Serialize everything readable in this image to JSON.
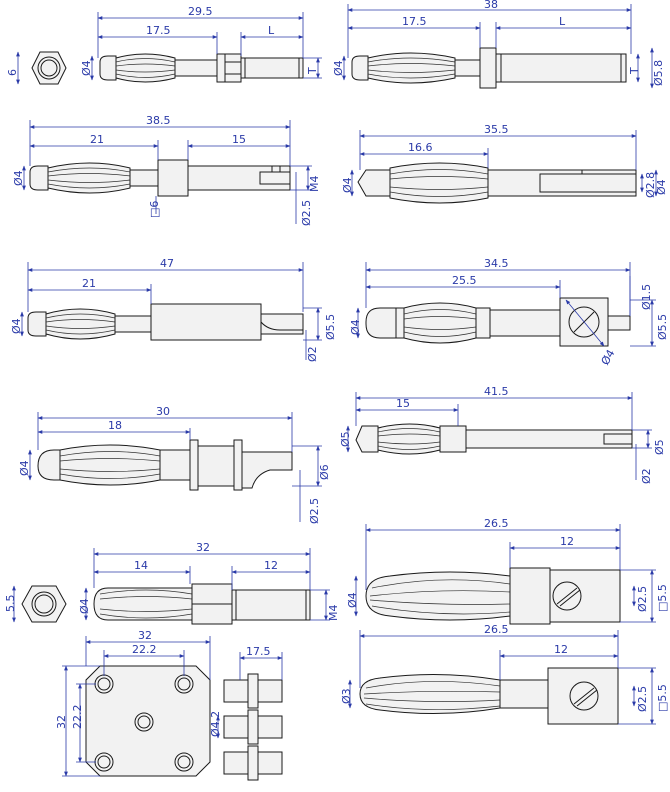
{
  "colors": {
    "dimension": "#2a3aa8",
    "outline": "#1a1a1a",
    "fill": "#f2f2f2"
  },
  "parts": {
    "p1": {
      "total": "29.5",
      "a": "17.5",
      "b": "L",
      "dia": "Ø4",
      "t": "T",
      "nut": "6"
    },
    "p2": {
      "total": "38",
      "a": "17.5",
      "b": "L",
      "dia": "Ø4",
      "t": "T",
      "d2": "Ø5.8"
    },
    "p3": {
      "total": "38.5",
      "a": "21",
      "b": "15",
      "dia": "Ø4",
      "sq": "□6",
      "d2": "Ø2.5",
      "m": "M4"
    },
    "p4": {
      "total": "35.5",
      "a": "16.6",
      "dia": "Ø4",
      "d2": "Ø2.8",
      "d3": "Ø4"
    },
    "p5": {
      "total": "47",
      "a": "21",
      "dia": "Ø4",
      "d2": "Ø5.5",
      "d3": "Ø2"
    },
    "p6": {
      "total": "34.5",
      "a": "25.5",
      "dia": "Ø4",
      "d2": "Ø1.5",
      "d3": "Ø5.5",
      "d4": "Ø4"
    },
    "p7": {
      "total": "30",
      "a": "18",
      "dia": "Ø4",
      "d2": "Ø6",
      "d3": "Ø2.5"
    },
    "p8": {
      "total": "41.5",
      "a": "15",
      "dia": "Ø5",
      "d2": "Ø5",
      "d3": "Ø2"
    },
    "p9": {
      "total": "32",
      "a": "14",
      "b": "12",
      "dia": "Ø4",
      "m": "M4",
      "nut": "5.5"
    },
    "p10": {
      "total": "26.5",
      "b": "12",
      "dia": "Ø4",
      "d2": "Ø2.5",
      "sq": "□5.5"
    },
    "p11": {
      "w": "32",
      "a": "22.2",
      "h": "32",
      "ha": "22.2",
      "side": "17.5",
      "dia": "Ø4.2"
    },
    "p12": {
      "total": "26.5",
      "b": "12",
      "dia": "Ø3",
      "d2": "Ø2.5",
      "sq": "□5.5"
    }
  }
}
